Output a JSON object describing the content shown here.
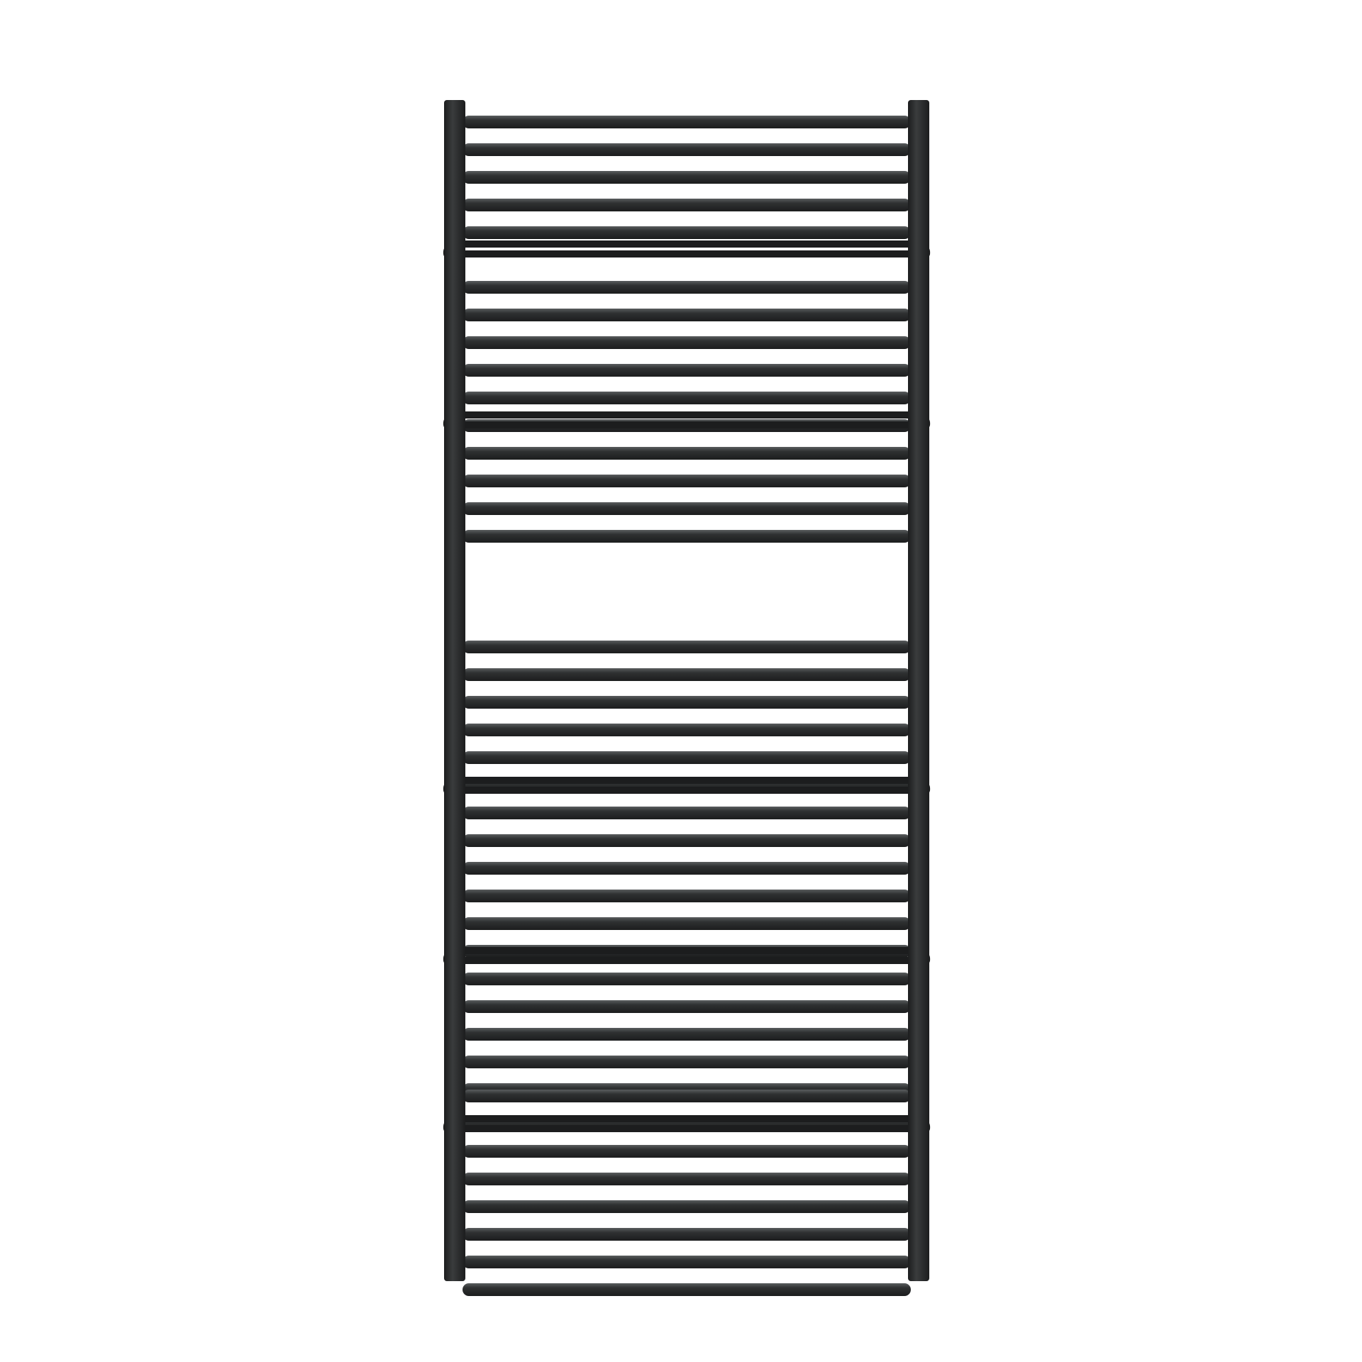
{
  "scene": {
    "background_color": "#ffffff",
    "subject": "towel-radiator",
    "finish_color": "#2f3132",
    "highlight_color": "#5a5d5f",
    "shadow_color": "#1c1d1e"
  },
  "radiator": {
    "rail_count": 40,
    "bracket_count": 5
  }
}
